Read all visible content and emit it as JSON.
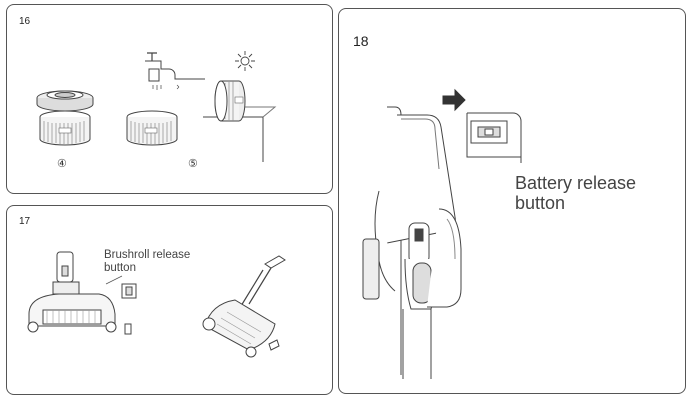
{
  "panels": {
    "p16": {
      "number": "16",
      "step_a": "④",
      "step_b": "⑤"
    },
    "p17": {
      "number": "17",
      "label_line1": "Brushroll release",
      "label_line2": "button"
    },
    "p18": {
      "number": "18",
      "label_line1": "Battery release",
      "label_line2": "button"
    }
  },
  "icons": {
    "p16": [
      "filter-lid-icon",
      "filter-cartridge-icon",
      "faucet-icon",
      "sun-icon",
      "drying-filter-icon"
    ],
    "p17": [
      "vacuum-floor-head-icon",
      "brushroll-release-button-icon",
      "vacuum-floor-head-underside-icon"
    ],
    "p18": [
      "arrow-right-icon",
      "battery-release-button-icon",
      "handheld-vacuum-icon"
    ]
  }
}
